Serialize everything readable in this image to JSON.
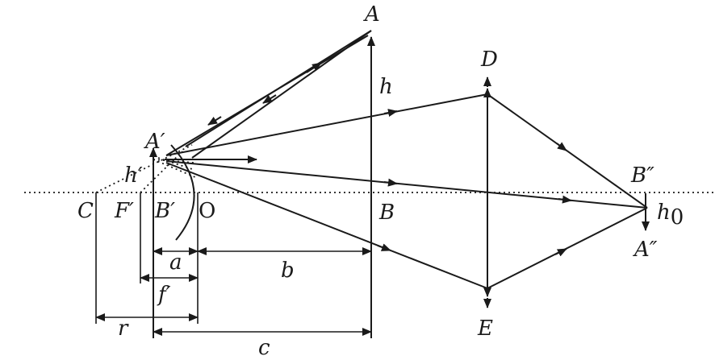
{
  "labels": {
    "A": "A",
    "h": "h",
    "D": "D",
    "A_prime": "A′",
    "h_prime": "h′",
    "B_double_prime": "B″",
    "C": "C",
    "F_prime": "F′",
    "B_prime": "B′",
    "O": "O",
    "B": "B",
    "h0": "h",
    "h0_sub": "0",
    "A_double_prime": "A″",
    "a": "a",
    "b": "b",
    "f_prime": "f′",
    "E": "E",
    "r": "r",
    "c": "c"
  },
  "colors": {
    "ink": "#1a1a1a",
    "background": "#ffffff"
  }
}
